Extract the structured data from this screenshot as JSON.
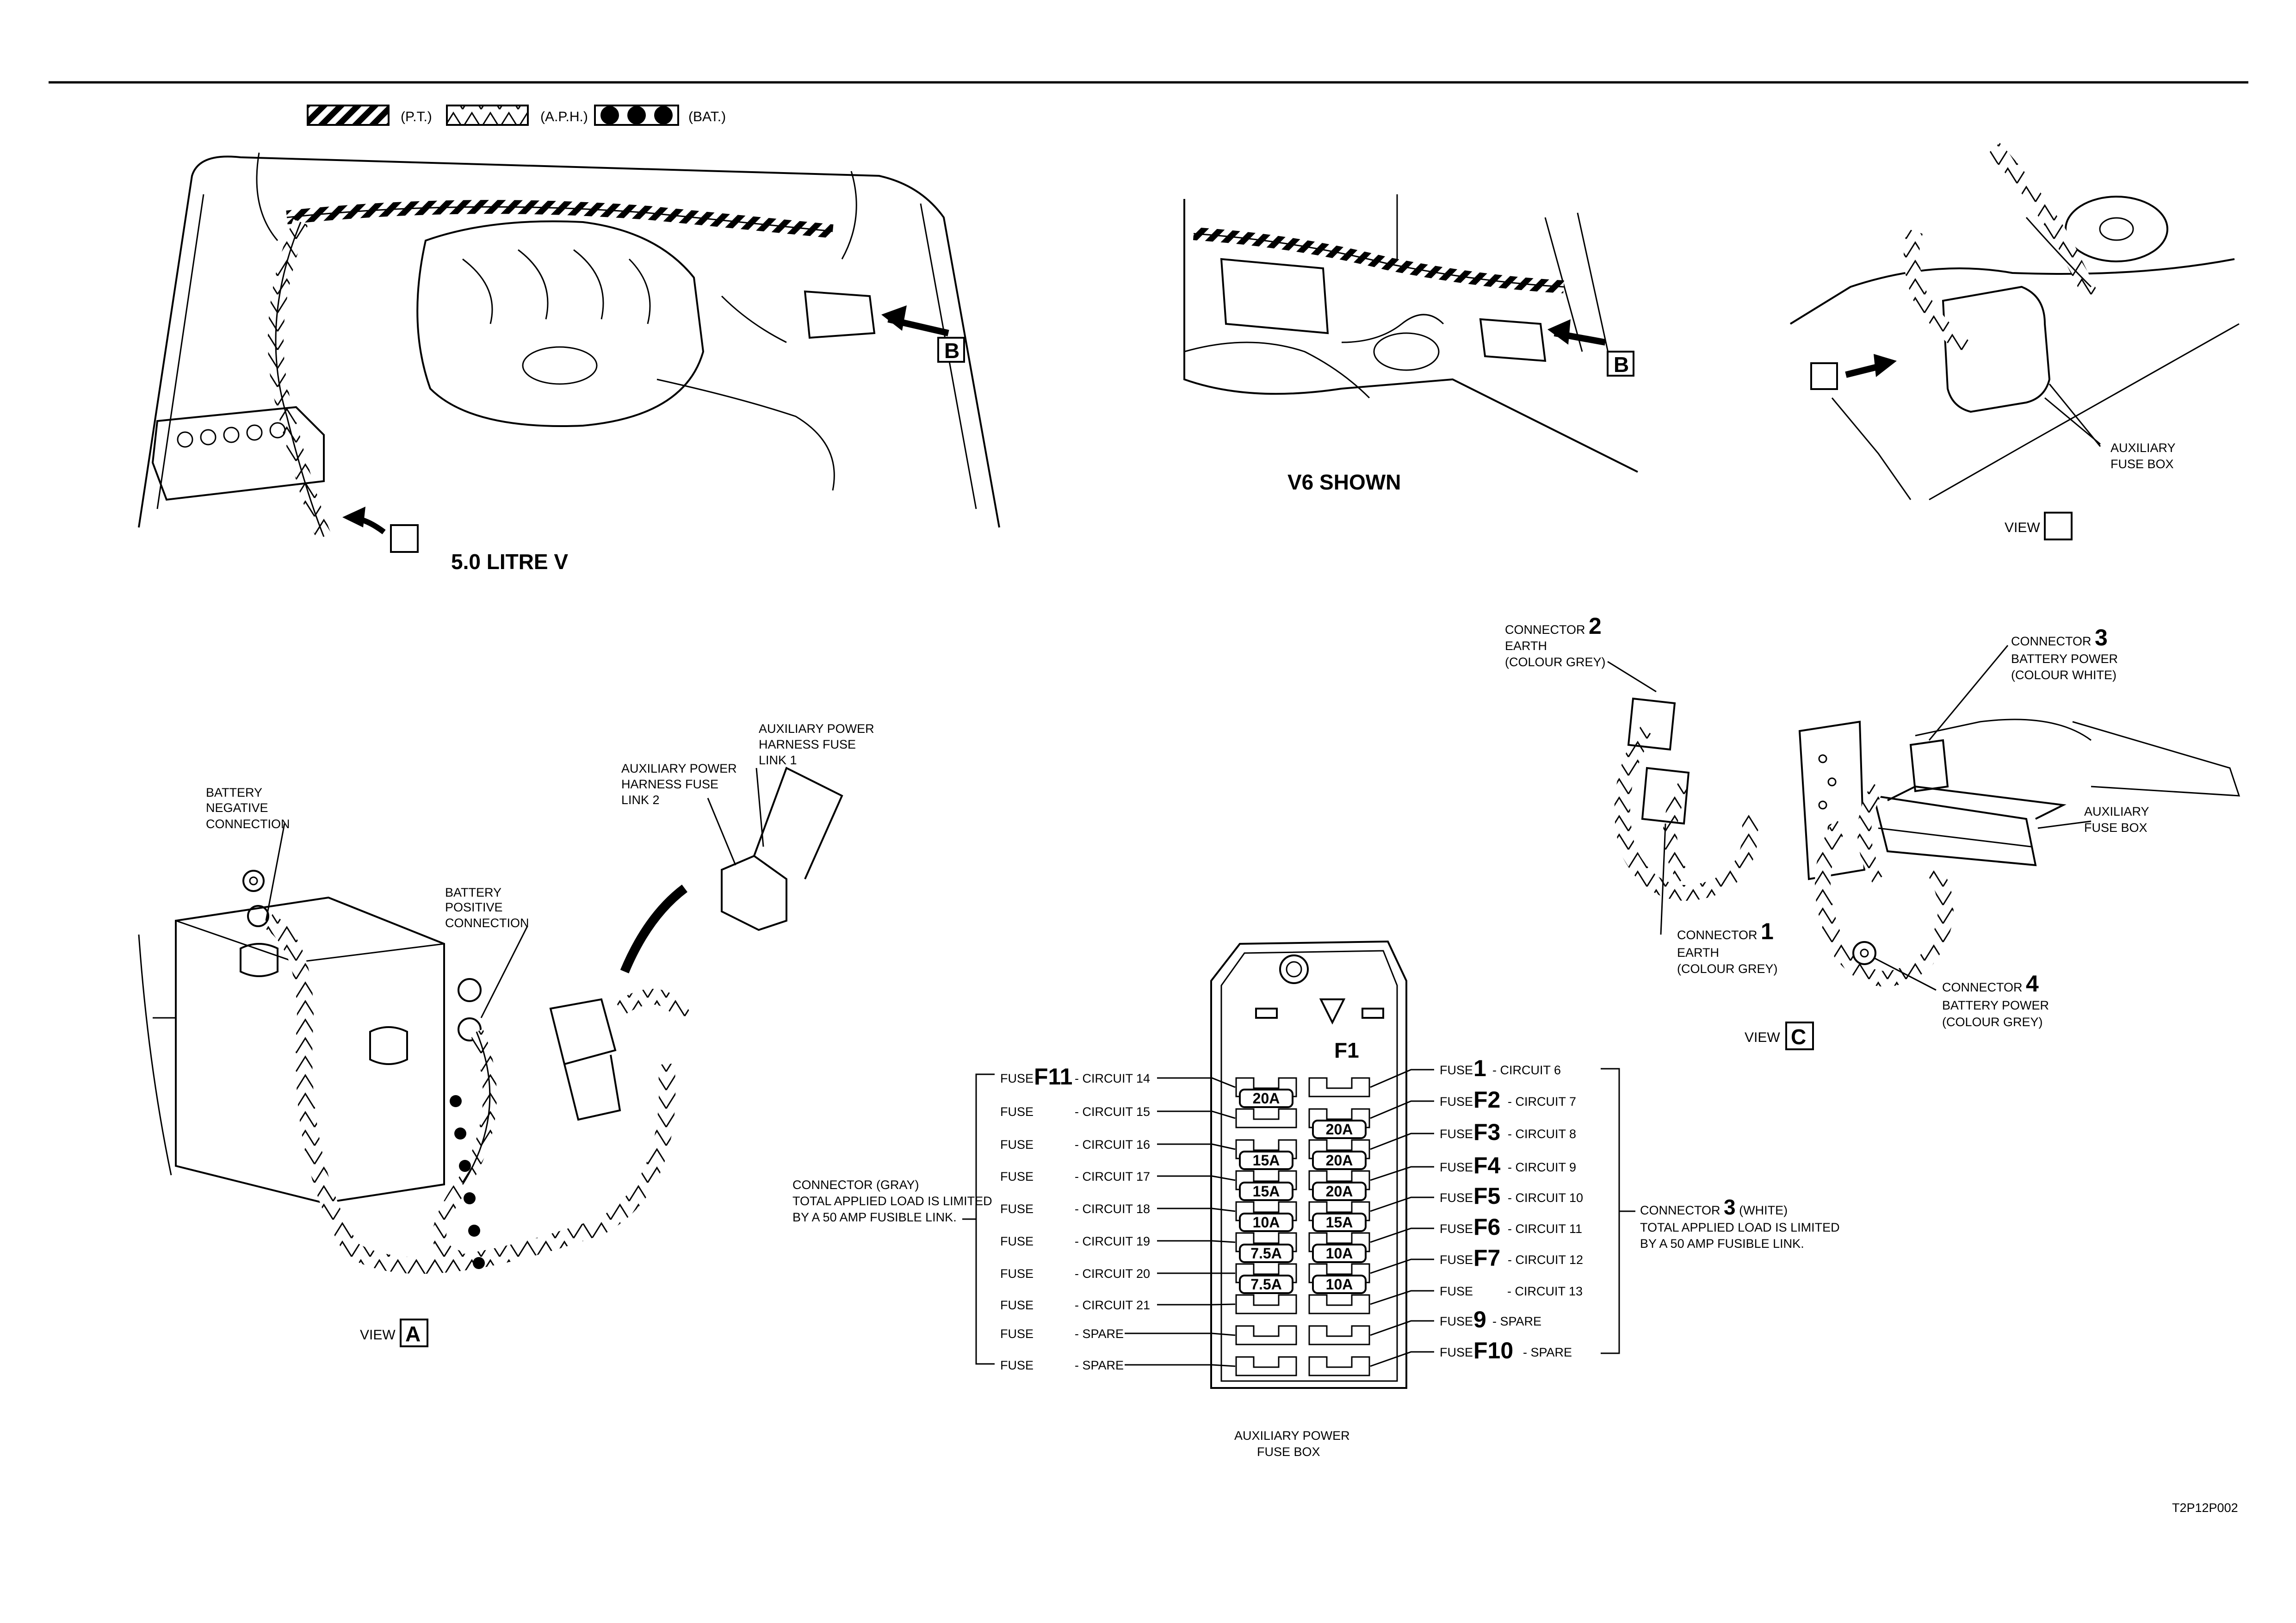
{
  "legend": {
    "pt": "(P.T.)",
    "aph": "(A.P.H.)",
    "bat": "(BAT.)"
  },
  "view_top_left": {
    "title": "5.0 LITRE V",
    "arrow_b": "B"
  },
  "view_top_middle": {
    "title": "V6 SHOWN",
    "arrow_b": "B"
  },
  "view_top_right": {
    "aux_fuse_box": [
      "AUXILIARY",
      "FUSE BOX"
    ],
    "view_label": "VIEW"
  },
  "view_a": {
    "battery_negative": [
      "BATTERY",
      "NEGATIVE",
      "CONNECTION"
    ],
    "battery_positive": [
      "BATTERY",
      "POSITIVE",
      "CONNECTION"
    ],
    "fuse_link_2": [
      "AUXILIARY POWER",
      "HARNESS FUSE",
      "LINK 2"
    ],
    "fuse_link_1": [
      "AUXILIARY POWER",
      "HARNESS FUSE",
      "LINK 1"
    ],
    "view_label": "VIEW",
    "view_letter": "A"
  },
  "view_c": {
    "connector2": {
      "word": "CONNECTOR",
      "num": "2",
      "lines": [
        "EARTH",
        "(COLOUR GREY)"
      ]
    },
    "connector3": {
      "word": "CONNECTOR",
      "num": "3",
      "lines": [
        "BATTERY POWER",
        "(COLOUR WHITE)"
      ]
    },
    "connector1": {
      "word": "CONNECTOR",
      "num": "1",
      "lines": [
        "EARTH",
        "(COLOUR GREY)"
      ]
    },
    "connector4": {
      "word": "CONNECTOR",
      "num": "4",
      "lines": [
        "BATTERY POWER",
        "(COLOUR GREY)"
      ]
    },
    "aux_fuse_box": [
      "AUXILIARY",
      "FUSE BOX"
    ],
    "view_label": "VIEW",
    "view_letter": "C"
  },
  "fuse_box": {
    "f1_label": "F1",
    "caption": [
      "AUXILIARY POWER",
      "FUSE BOX"
    ],
    "left_fuses": [
      {
        "fuse": "FUSE",
        "id": "F11",
        "circuit": "- CIRCUIT 14"
      },
      {
        "fuse": "FUSE",
        "id": "",
        "circuit": "- CIRCUIT 15"
      },
      {
        "fuse": "FUSE",
        "id": "",
        "circuit": "- CIRCUIT 16"
      },
      {
        "fuse": "FUSE",
        "id": "",
        "circuit": "- CIRCUIT 17"
      },
      {
        "fuse": "FUSE",
        "id": "",
        "circuit": "- CIRCUIT 18"
      },
      {
        "fuse": "FUSE",
        "id": "",
        "circuit": "- CIRCUIT 19"
      },
      {
        "fuse": "FUSE",
        "id": "",
        "circuit": "- CIRCUIT 20"
      },
      {
        "fuse": "FUSE",
        "id": "",
        "circuit": "- CIRCUIT 21"
      },
      {
        "fuse": "FUSE",
        "id": "",
        "circuit": "- SPARE"
      },
      {
        "fuse": "FUSE",
        "id": "",
        "circuit": "- SPARE"
      }
    ],
    "right_fuses": [
      {
        "fuse": "FUSE",
        "id": "1",
        "circuit": "- CIRCUIT 6"
      },
      {
        "fuse": "FUSE",
        "id": "F2",
        "circuit": "- CIRCUIT 7"
      },
      {
        "fuse": "FUSE",
        "id": "F3",
        "circuit": "- CIRCUIT 8"
      },
      {
        "fuse": "FUSE",
        "id": "F4",
        "circuit": "- CIRCUIT 9"
      },
      {
        "fuse": "FUSE",
        "id": "F5",
        "circuit": "- CIRCUIT 10"
      },
      {
        "fuse": "FUSE",
        "id": "F6",
        "circuit": "- CIRCUIT 11"
      },
      {
        "fuse": "FUSE",
        "id": "F7",
        "circuit": "- CIRCUIT 12"
      },
      {
        "fuse": "FUSE",
        "id": "",
        "circuit": "- CIRCUIT 13"
      },
      {
        "fuse": "FUSE",
        "id": "9",
        "circuit": "- SPARE"
      },
      {
        "fuse": "FUSE",
        "id": "F10",
        "circuit": "- SPARE"
      }
    ],
    "left_values": [
      "20A",
      "",
      "15A",
      "15A",
      "10A",
      "7.5A",
      "7.5A"
    ],
    "right_values": [
      "",
      "20A",
      "20A",
      "20A",
      "15A",
      "10A",
      "10A"
    ],
    "left_connector": [
      "CONNECTOR      (GRAY)",
      "TOTAL APPLIED LOAD IS LIMITED",
      "BY A 50 AMP FUSIBLE LINK."
    ],
    "right_connector": {
      "word": "CONNECTOR",
      "num": "3",
      "suffix": "(WHITE)",
      "lines": [
        "TOTAL APPLIED LOAD IS LIMITED",
        "BY A 50 AMP FUSIBLE LINK."
      ]
    }
  },
  "drawing_code": "T2P12P002"
}
